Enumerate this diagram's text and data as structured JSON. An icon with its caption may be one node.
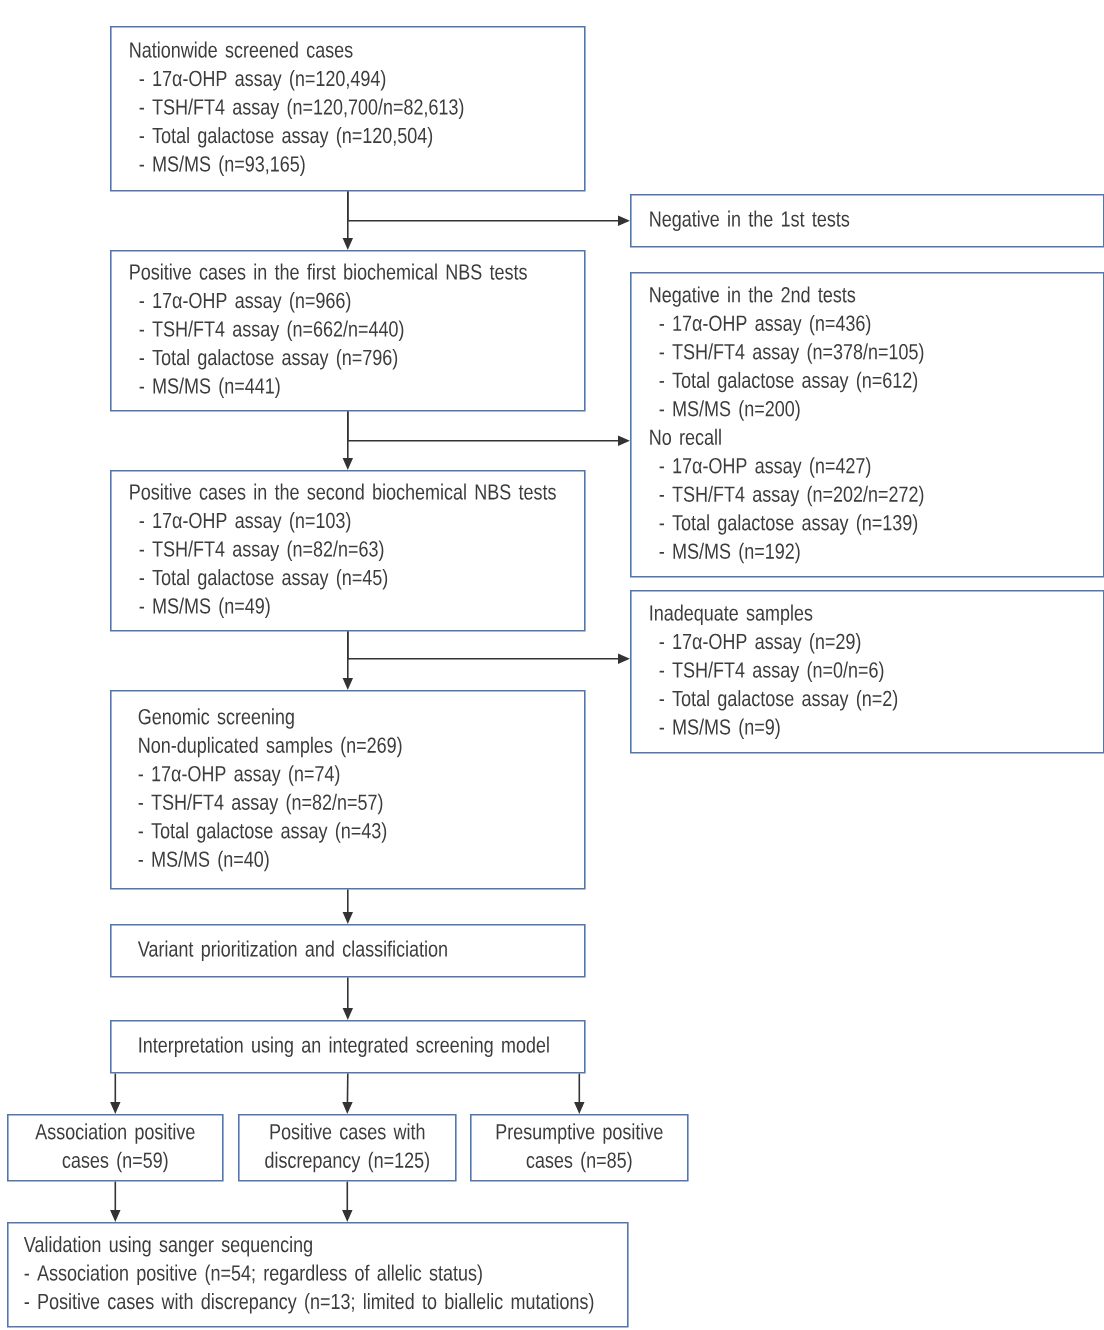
{
  "diagram": {
    "nodes": [
      {
        "text": [
          "Nationwide screened cases",
          "- 17α-OHP assay (n=120,494)",
          "- TSH/FT4 assay (n=120,700/n=82,613)",
          "- Total galactose assay (n=120,504)",
          "- MS/MS (n=93,165)"
        ]
      },
      {
        "text": [
          "Negative in the 1st tests"
        ]
      },
      {
        "text": [
          "Positive cases in the first biochemical NBS tests",
          "- 17α-OHP assay (n=966)",
          "- TSH/FT4 assay (n=662/n=440)",
          "- Total galactose assay (n=796)",
          "- MS/MS (n=441)"
        ]
      },
      {
        "text": [
          "Negative in the 2nd tests",
          "- 17α-OHP assay (n=436)",
          "- TSH/FT4 assay (n=378/n=105)",
          "- Total galactose assay (n=612)",
          "- MS/MS (n=200)",
          "No recall",
          "- 17α-OHP assay (n=427)",
          "- TSH/FT4 assay (n=202/n=272)",
          "- Total galactose assay (n=139)",
          "- MS/MS (n=192)"
        ]
      },
      {
        "text": [
          "Positive cases in the second biochemical NBS tests",
          "- 17α-OHP assay (n=103)",
          "- TSH/FT4 assay (n=82/n=63)",
          "- Total galactose assay (n=45)",
          "- MS/MS (n=49)"
        ]
      },
      {
        "text": [
          "Inadequate samples",
          "- 17α-OHP assay (n=29)",
          "- TSH/FT4 assay (n=0/n=6)",
          "- Total galactose assay (n=2)",
          "- MS/MS (n=9)"
        ]
      },
      {
        "text": [
          "Genomic screening",
          "Non-duplicated samples (n=269)",
          "- 17α-OHP assay (n=74)",
          "- TSH/FT4 assay (n=82/n=57)",
          "- Total galactose assay (n=43)",
          "- MS/MS (n=40)"
        ]
      },
      {
        "text": [
          "Variant prioritization and classificiation"
        ]
      },
      {
        "text": [
          "Interpretation using an integrated screening model"
        ]
      },
      {
        "text": [
          "Association positive cases (n=59)"
        ]
      },
      {
        "text": [
          "Positive cases with discrepancy (n=125)"
        ]
      },
      {
        "text": [
          "Presumptive positive cases (n=85)"
        ]
      },
      {
        "text": [
          "Validation using sanger sequencing",
          "- Association positive (n=54; regardless of allelic status)",
          "- Positive cases with discrepancy (n=13; limited to biallelic mutations)"
        ]
      }
    ],
    "edges": [
      {
        "from": 0,
        "to": 2,
        "arrow": "to"
      },
      {
        "from": 0,
        "to": 1,
        "arrow": "to"
      },
      {
        "from": 2,
        "to": 4,
        "arrow": "to"
      },
      {
        "from": 2,
        "to": 3,
        "arrow": "to"
      },
      {
        "from": 4,
        "to": 6,
        "arrow": "to"
      },
      {
        "from": 4,
        "to": 5,
        "arrow": "to"
      },
      {
        "from": 6,
        "to": 7,
        "arrow": "to"
      },
      {
        "from": 7,
        "to": 8,
        "arrow": "to"
      },
      {
        "from": 8,
        "to": 9,
        "arrow": "to"
      },
      {
        "from": 8,
        "to": 10,
        "arrow": "to"
      },
      {
        "from": 8,
        "to": 11,
        "arrow": "to"
      },
      {
        "from": 9,
        "to": 12,
        "arrow": "to"
      },
      {
        "from": 10,
        "to": 12,
        "arrow": "to"
      }
    ]
  }
}
